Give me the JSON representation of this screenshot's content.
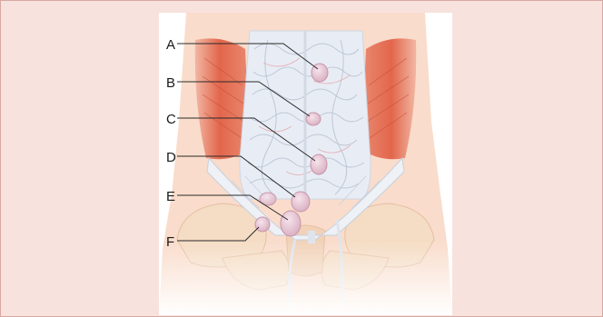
{
  "labels": [
    {
      "id": "A",
      "text": "A"
    },
    {
      "id": "B",
      "text": "B"
    },
    {
      "id": "C",
      "text": "C"
    },
    {
      "id": "D",
      "text": "D"
    },
    {
      "id": "E",
      "text": "E"
    },
    {
      "id": "F",
      "text": "F"
    }
  ],
  "colors": {
    "page_background": "#f7e2dd",
    "muscle": "#e0674e",
    "omentum": "#e9eef6",
    "hernia_sac": "#e9c8d5",
    "bone": "#f6dfc8",
    "skin": "#f8d8c4"
  }
}
